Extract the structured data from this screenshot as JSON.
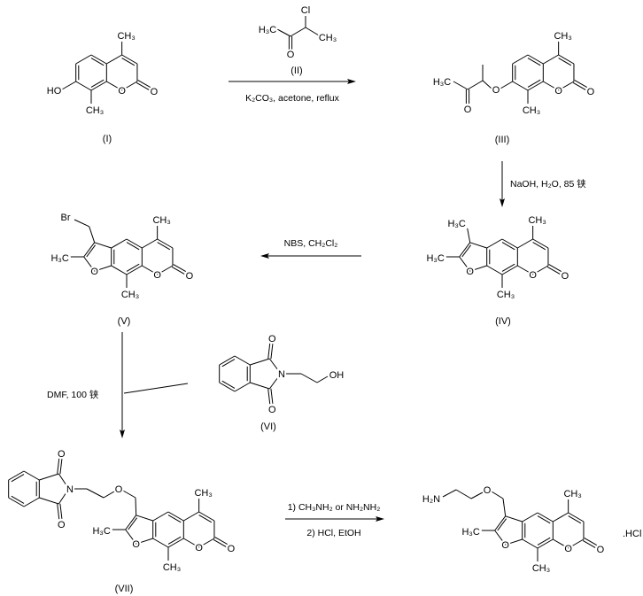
{
  "atoms": {
    "CH3": "CH₃",
    "H3C": "H₃C",
    "O": "O",
    "HO": "HO",
    "OH": "OH",
    "Br": "Br",
    "Cl": "Cl",
    "N": "N",
    "H2N": "H₂N"
  },
  "compounds": {
    "I": "(I)",
    "II": "(II)",
    "III": "(III)",
    "IV": "(IV)",
    "V": "(V)",
    "VI": "(VI)",
    "VII": "(VII)"
  },
  "conditions": {
    "step1": "K₂CO₃, acetone, reflux",
    "step2": "NaOH, H₂O, 85 铗",
    "step3": "NBS, CH₂Cl₂",
    "step4": "DMF, 100 铗",
    "step5a": "1) CH₃NH₂ or NH₂NH₂",
    "step5b": "2) HCl, EtOH"
  },
  "salt": ".HCl"
}
